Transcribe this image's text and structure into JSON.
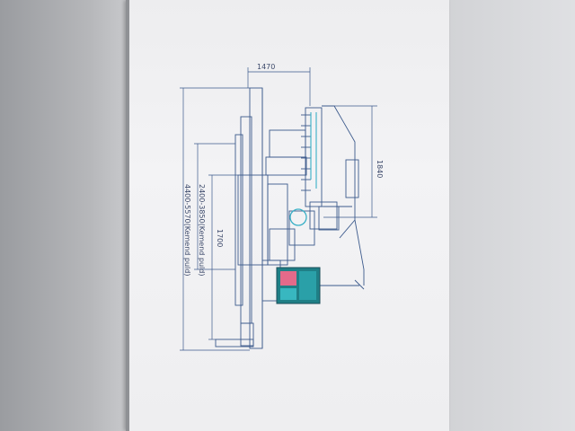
{
  "drawing": {
    "dim_top_width": "1470",
    "dim_right_height": "1840",
    "dim_inner_vertical": "1700",
    "dim_mid_vertical": "2400-3850(Kemend puld)",
    "dim_outer_vertical": "4400-5570(Kemend puld)"
  },
  "colors": {
    "line": "#3c5a8c",
    "cyan_accent": "#39b0c6",
    "panel_screen": "#e46a8a",
    "panel_body": "#1f7f86"
  }
}
